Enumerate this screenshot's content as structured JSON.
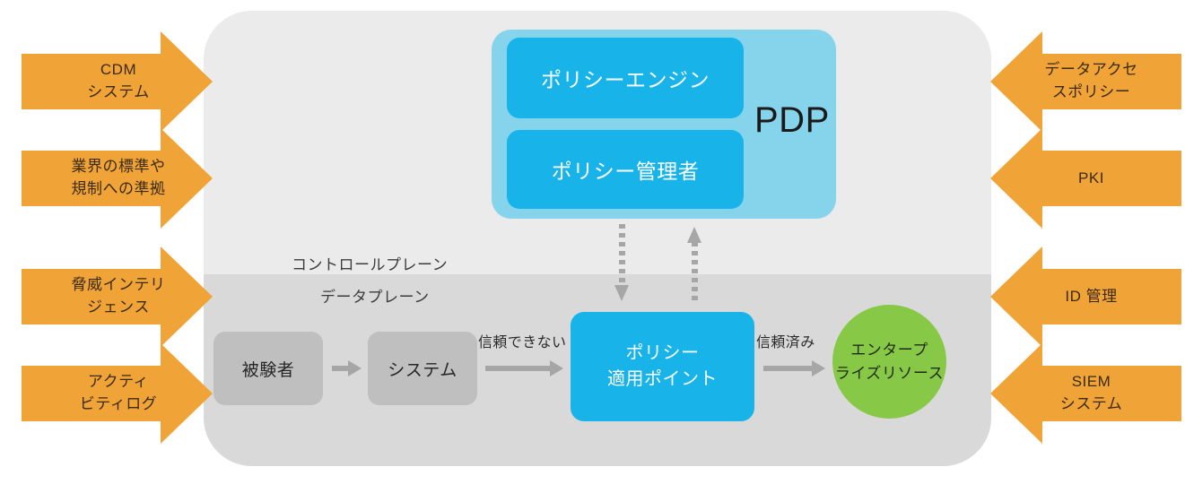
{
  "diagram": {
    "title": "Zero Trust Architecture (Japanese)",
    "colors": {
      "orange": "#f0a437",
      "cyan": "#18b4e9",
      "light_cyan": "#86d3ec",
      "green": "#87c947",
      "gray_box": "#bfbfbf",
      "control_plane_bg": "#ebebeb",
      "data_plane_bg": "#d9d9d9",
      "arrow_gray": "#a6a6a6"
    }
  },
  "planes": {
    "control_label": "コントロールプレーン",
    "data_label": "データプレーン"
  },
  "pdp": {
    "label": "PDP",
    "policy_engine": "ポリシーエンジン",
    "policy_administrator": "ポリシー管理者"
  },
  "pep": {
    "line1": "ポリシー",
    "line2": "適用ポイント"
  },
  "resource": {
    "line1": "エンタープ",
    "line2": "ライズリソース"
  },
  "data_flow": {
    "subject": "被験者",
    "system": "システム",
    "untrusted": "信頼できない",
    "trusted": "信頼済み"
  },
  "left_inputs": [
    {
      "line1": "CDM",
      "line2": "システム"
    },
    {
      "line1": "業界の標準や",
      "line2": "規制への準拠"
    },
    {
      "line1": "脅威インテリ",
      "line2": "ジェンス"
    },
    {
      "line1": "アクティ",
      "line2": "ビティログ"
    }
  ],
  "right_inputs": [
    {
      "line1": "データアクセ",
      "line2": "スポリシー"
    },
    {
      "line1": "PKI",
      "line2": ""
    },
    {
      "line1": "ID 管理",
      "line2": ""
    },
    {
      "line1": "SIEM",
      "line2": "システム"
    }
  ]
}
